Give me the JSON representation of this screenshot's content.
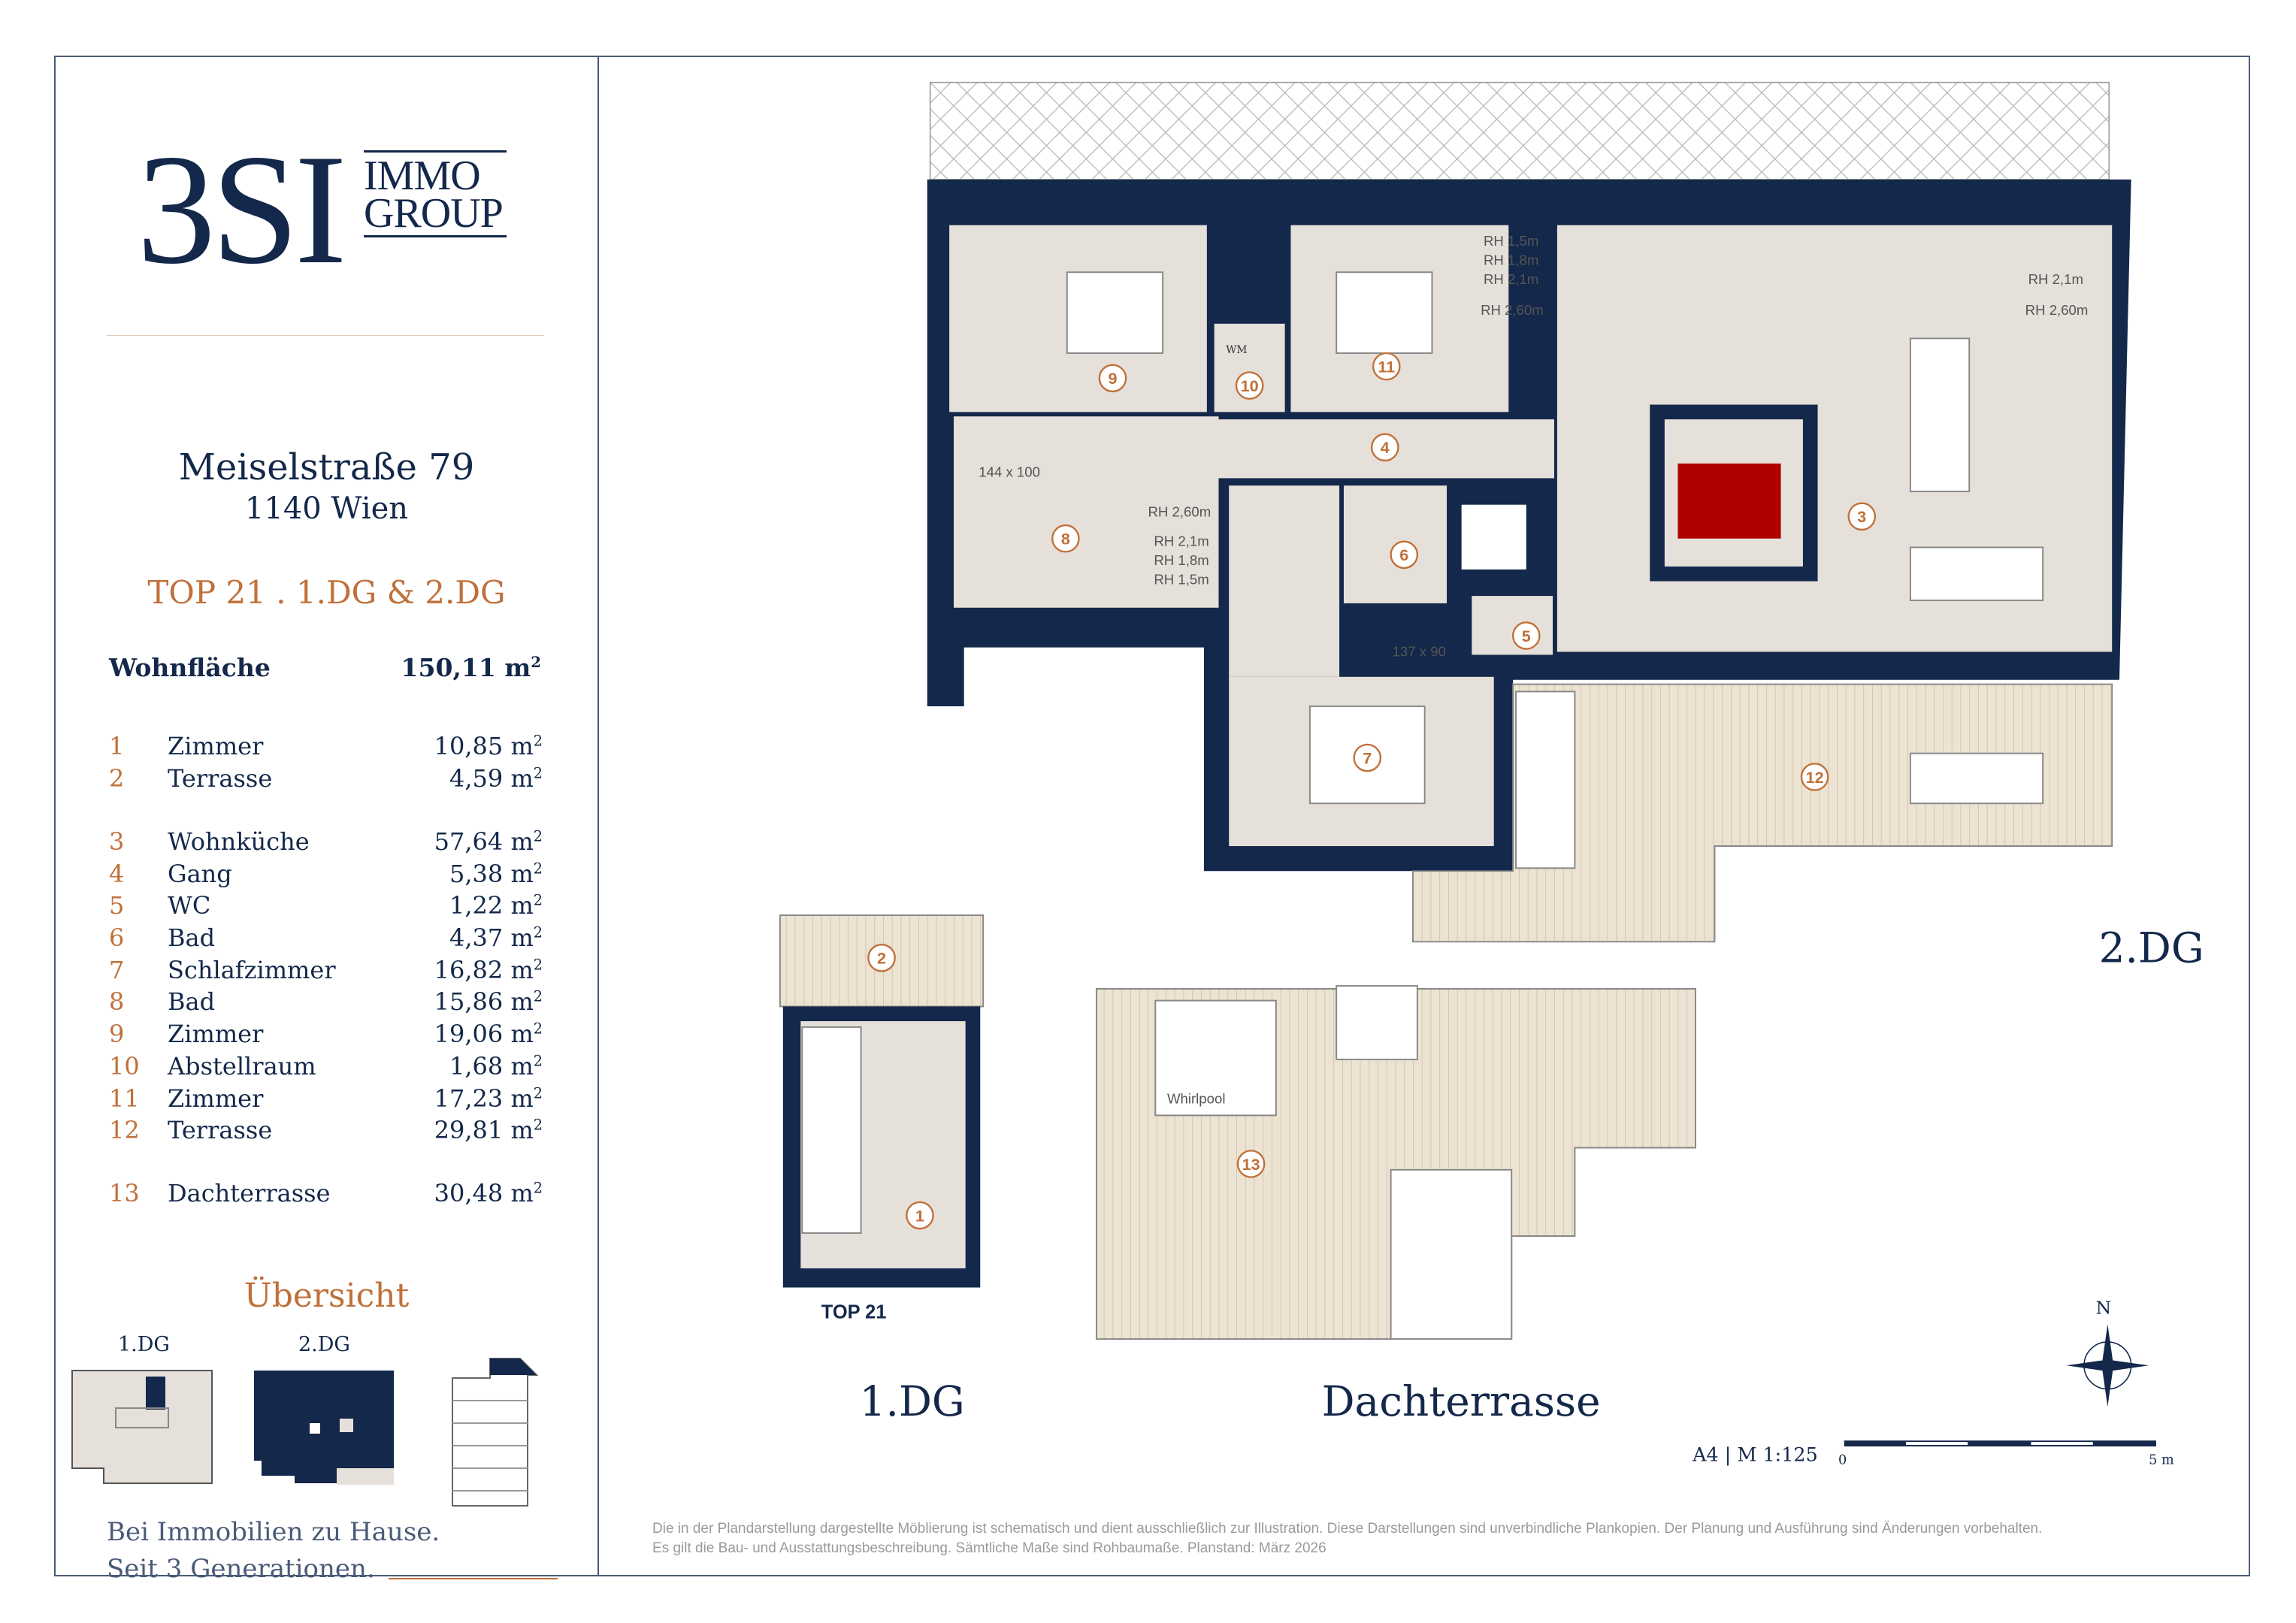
{
  "brand": {
    "logo_main": "3SI",
    "logo_line1": "IMMO",
    "logo_line2": "GROUP"
  },
  "address": {
    "street": "Meiselstraße 79",
    "city": "1140 Wien"
  },
  "unit_title": "TOP 21 . 1.DG & 2.DG",
  "living_area": {
    "label": "Wohnfläche",
    "value": "150,11 m",
    "unit_sup": "2"
  },
  "rooms": [
    {
      "num": "1",
      "name": "Zimmer",
      "area": "10,85 m"
    },
    {
      "num": "2",
      "name": "Terrasse",
      "area": "4,59 m"
    },
    {
      "num": "3",
      "name": "Wohnküche",
      "area": "57,64 m"
    },
    {
      "num": "4",
      "name": "Gang",
      "area": "5,38 m"
    },
    {
      "num": "5",
      "name": "WC",
      "area": "1,22 m"
    },
    {
      "num": "6",
      "name": "Bad",
      "area": "4,37 m"
    },
    {
      "num": "7",
      "name": "Schlafzimmer",
      "area": "16,82 m"
    },
    {
      "num": "8",
      "name": "Bad",
      "area": "15,86 m"
    },
    {
      "num": "9",
      "name": "Zimmer",
      "area": "19,06 m"
    },
    {
      "num": "10",
      "name": "Abstellraum",
      "area": "1,68 m"
    },
    {
      "num": "11",
      "name": "Zimmer",
      "area": "17,23 m"
    },
    {
      "num": "12",
      "name": "Terrasse",
      "area": "29,81 m"
    },
    {
      "num": "13",
      "name": "Dachterrasse",
      "area": "30,48 m"
    }
  ],
  "overview": {
    "title": "Übersicht",
    "labels": [
      "1.DG",
      "2.DG"
    ]
  },
  "tagline": [
    "Bei Immobilien zu Hause.",
    "Seit 3 Generationen."
  ],
  "plan": {
    "label_2dg": "2.DG",
    "label_1dg": "1.DG",
    "label_dach": "Dachterrasse",
    "top_label": "TOP 21",
    "wm": "WM",
    "shower1": "144 x 100",
    "shower2": "137 x 90",
    "whirlpool": "Whirlpool",
    "rh": [
      "RH 1,5m",
      "RH 1,8m",
      "RH 2,1m",
      "RH 2,60m"
    ],
    "north": "N",
    "scale_text": "A4 | M 1:125",
    "scale_0": "0",
    "scale_5": "5 m"
  },
  "disclaimer": [
    "Die in der Plandarstellung dargestellte Möblierung ist schematisch und dient ausschließlich zur Illustration. Diese Darstellungen sind unverbindliche Plankopien. Der Planung und Ausführung sind Änderungen vorbehalten.",
    "Es gilt die Bau- und Ausstattungsbeschreibung. Sämtliche Maße sind Rohbaumaße. Planstand: März 2026"
  ],
  "colors": {
    "navy": "#13284a",
    "accent": "#c0703a",
    "floor": "#e6e0da",
    "terrace": "#ece3d2",
    "fireplace": "#b00000"
  }
}
